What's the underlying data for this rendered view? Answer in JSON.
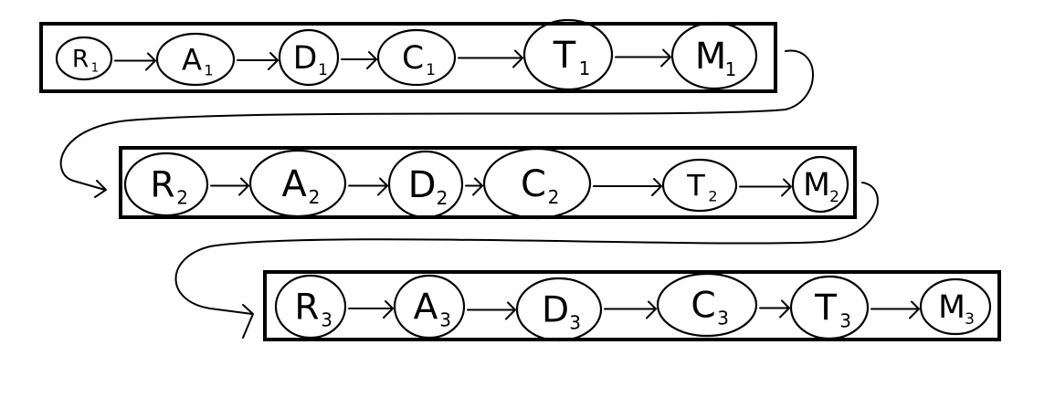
{
  "rows": [
    {
      "nodes": [
        {
          "letter": "R",
          "sub": "1"
        },
        {
          "letter": "A",
          "sub": "1"
        },
        {
          "letter": "D",
          "sub": "1"
        },
        {
          "letter": "C",
          "sub": "1"
        },
        {
          "letter": "T",
          "sub": "1"
        },
        {
          "letter": "M",
          "sub": "1"
        }
      ]
    },
    {
      "nodes": [
        {
          "letter": "R",
          "sub": "2"
        },
        {
          "letter": "A",
          "sub": "2"
        },
        {
          "letter": "D",
          "sub": "2"
        },
        {
          "letter": "C",
          "sub": "2"
        },
        {
          "letter": "T",
          "sub": "2"
        },
        {
          "letter": "M",
          "sub": "2"
        }
      ]
    },
    {
      "nodes": [
        {
          "letter": "R",
          "sub": "3"
        },
        {
          "letter": "A",
          "sub": "3"
        },
        {
          "letter": "D",
          "sub": "3"
        },
        {
          "letter": "C",
          "sub": "3"
        },
        {
          "letter": "T",
          "sub": "3"
        },
        {
          "letter": "M",
          "sub": "3"
        }
      ]
    }
  ],
  "edges": [
    {
      "from": "R1",
      "to": "A1"
    },
    {
      "from": "A1",
      "to": "D1"
    },
    {
      "from": "D1",
      "to": "C1"
    },
    {
      "from": "C1",
      "to": "T1"
    },
    {
      "from": "T1",
      "to": "M1"
    },
    {
      "from": "M1",
      "to": "R2"
    },
    {
      "from": "R2",
      "to": "A2"
    },
    {
      "from": "A2",
      "to": "D2"
    },
    {
      "from": "D2",
      "to": "C2"
    },
    {
      "from": "C2",
      "to": "T2"
    },
    {
      "from": "T2",
      "to": "M2"
    },
    {
      "from": "M2",
      "to": "R3"
    },
    {
      "from": "R3",
      "to": "A3"
    },
    {
      "from": "A3",
      "to": "D3"
    },
    {
      "from": "D3",
      "to": "C3"
    },
    {
      "from": "C3",
      "to": "T3"
    },
    {
      "from": "T3",
      "to": "M3"
    }
  ]
}
